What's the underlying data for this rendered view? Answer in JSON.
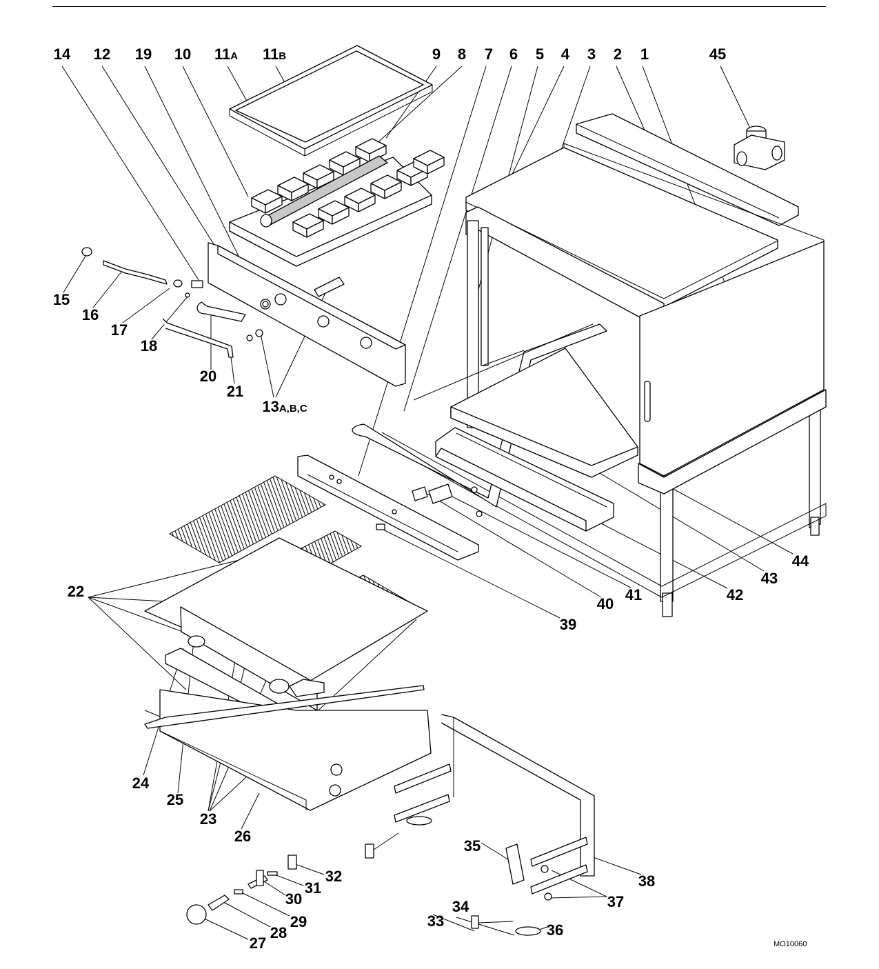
{
  "diagram": {
    "callouts": [
      {
        "id": "14",
        "label": "14"
      },
      {
        "id": "12",
        "label": "12"
      },
      {
        "id": "19",
        "label": "19"
      },
      {
        "id": "10",
        "label": "10"
      },
      {
        "id": "11a",
        "main": "11",
        "sub": "A"
      },
      {
        "id": "11b",
        "main": "11",
        "sub": "B"
      },
      {
        "id": "9",
        "label": "9"
      },
      {
        "id": "8",
        "label": "8"
      },
      {
        "id": "7",
        "label": "7"
      },
      {
        "id": "6",
        "label": "6"
      },
      {
        "id": "5",
        "label": "5"
      },
      {
        "id": "4",
        "label": "4"
      },
      {
        "id": "3",
        "label": "3"
      },
      {
        "id": "2",
        "label": "2"
      },
      {
        "id": "1",
        "label": "1"
      },
      {
        "id": "45",
        "label": "45"
      },
      {
        "id": "15",
        "label": "15"
      },
      {
        "id": "16",
        "label": "16"
      },
      {
        "id": "17",
        "label": "17"
      },
      {
        "id": "18",
        "label": "18"
      },
      {
        "id": "20",
        "label": "20"
      },
      {
        "id": "21",
        "label": "21"
      },
      {
        "id": "13abc",
        "main": "13",
        "sub": "A,B,C"
      },
      {
        "id": "44",
        "label": "44"
      },
      {
        "id": "43",
        "label": "43"
      },
      {
        "id": "42",
        "label": "42"
      },
      {
        "id": "41",
        "label": "41"
      },
      {
        "id": "40",
        "label": "40"
      },
      {
        "id": "39",
        "label": "39"
      },
      {
        "id": "22",
        "label": "22"
      },
      {
        "id": "24",
        "label": "24"
      },
      {
        "id": "25",
        "label": "25"
      },
      {
        "id": "23",
        "label": "23"
      },
      {
        "id": "26",
        "label": "26"
      },
      {
        "id": "35",
        "label": "35"
      },
      {
        "id": "38",
        "label": "38"
      },
      {
        "id": "37",
        "label": "37"
      },
      {
        "id": "32",
        "label": "32"
      },
      {
        "id": "31",
        "label": "31"
      },
      {
        "id": "30",
        "label": "30"
      },
      {
        "id": "29",
        "label": "29"
      },
      {
        "id": "28",
        "label": "28"
      },
      {
        "id": "27",
        "label": "27"
      },
      {
        "id": "34",
        "label": "34"
      },
      {
        "id": "33",
        "label": "33"
      },
      {
        "id": "36",
        "label": "36"
      }
    ],
    "document_id": "MO10060"
  }
}
